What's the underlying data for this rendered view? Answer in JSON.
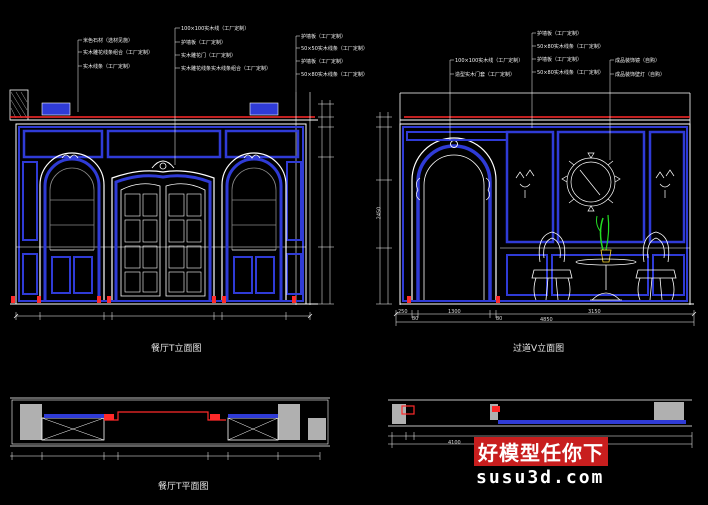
{
  "titles": {
    "left_elevation": "餐厅T立面图",
    "right_elevation": "过道V立面图",
    "left_plan": "餐厅T平面图"
  },
  "annotations_left_a": [
    "米色石材（选材见施）",
    "实木雕花线条组合（工厂定制）",
    "实木线条（工厂定制）"
  ],
  "annotations_left_b": [
    "100×100实木线（工厂定制）",
    "护墙板（工厂定制）",
    "实木雕花门（工厂定制）",
    "实木雕花线条实木线条组合（工厂定制）"
  ],
  "annotations_left_c": [
    "护墙板（工厂定制）",
    "50×50实木线条（工厂定制）",
    "护墙板（工厂定制）",
    "50×80实木线条（工厂定制）"
  ],
  "annotations_right_a": [
    "100×100实木线（工厂定制）",
    "造型实木门套（工厂定制）"
  ],
  "annotations_right_b": [
    "护墙板（工厂定制）",
    "50×80实木线条（工厂定制）",
    "护墙板（工厂定制）",
    "50×80实木线条（工厂定制）"
  ],
  "annotations_right_c": [
    "成品装饰镜（自购）",
    "成品装饰壁灯（自购）"
  ],
  "dims_right": [
    "250",
    "80",
    "1300",
    "80",
    "3150",
    "4850"
  ],
  "dims_right_vert": [
    "2450"
  ],
  "plan_right_dim": "4100",
  "watermark": {
    "line1": "好模型任你下",
    "line2": "susu3d.com"
  },
  "colors": {
    "background": "#000000",
    "outline": "#ffffff",
    "panel": "#2f3bd6",
    "section": "#b0b0b0",
    "accent": "#ff2a2a",
    "vase": "#22dd22"
  }
}
